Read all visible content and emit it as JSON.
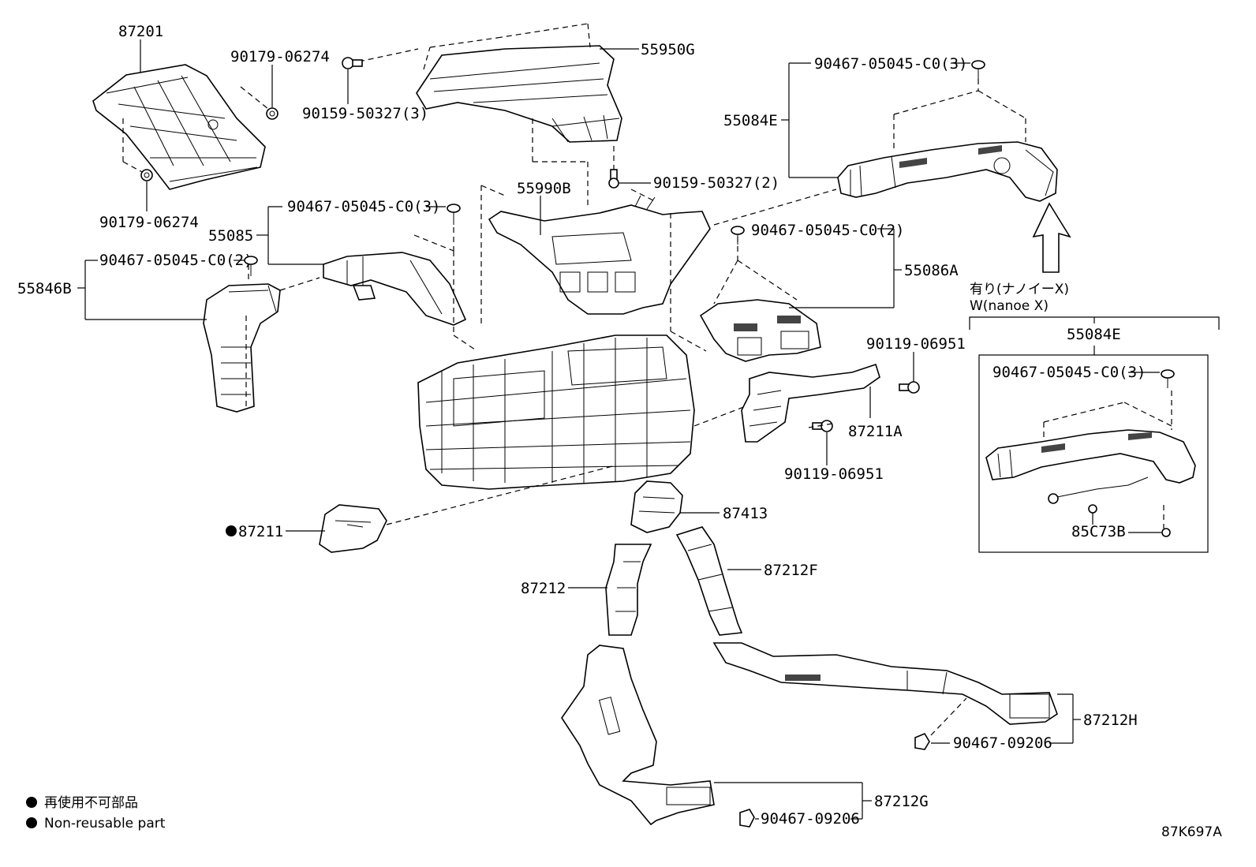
{
  "callouts": {
    "p87201": "87201",
    "p90179_top": "90179-06274",
    "p90179_bot": "90179-06274",
    "p90159_a": "90159-50327(3)",
    "p55950g": "55950G",
    "p90159_b": "90159-50327(2)",
    "p55990b": "55990B",
    "p90467_c03_left": "90467-05045-C0(3)",
    "p55085": "55085",
    "p90467_c02_left": "90467-05045-C0(2)",
    "p55846b": "55846B",
    "p90467_c03_right": "90467-05045-C0(3)",
    "p55084e": "55084E",
    "p90467_c02_right": "90467-05045-C0(2)",
    "p55086a": "55086A",
    "p90119_top": "90119-06951",
    "p87211a": "87211A",
    "p90119_bot": "90119-06951",
    "p87211": "87211",
    "p87413": "87413",
    "p87212": "87212",
    "p87212f": "87212F",
    "p87212h": "87212H",
    "p90467_09206_h": "90467-09206",
    "p87212g": "87212G",
    "p90467_09206_g": "90467-09206"
  },
  "variant": {
    "caption_jp": "有り(ナノイーX)",
    "caption_en": "W(nanoe X)",
    "box_title": "55084E",
    "p90467_c03": "90467-05045-C0(3)",
    "p85c73b": "85C73B"
  },
  "legend": {
    "line1": "再使用不可部品",
    "line2": "Non-reusable part"
  },
  "figure_code": "87K697A"
}
